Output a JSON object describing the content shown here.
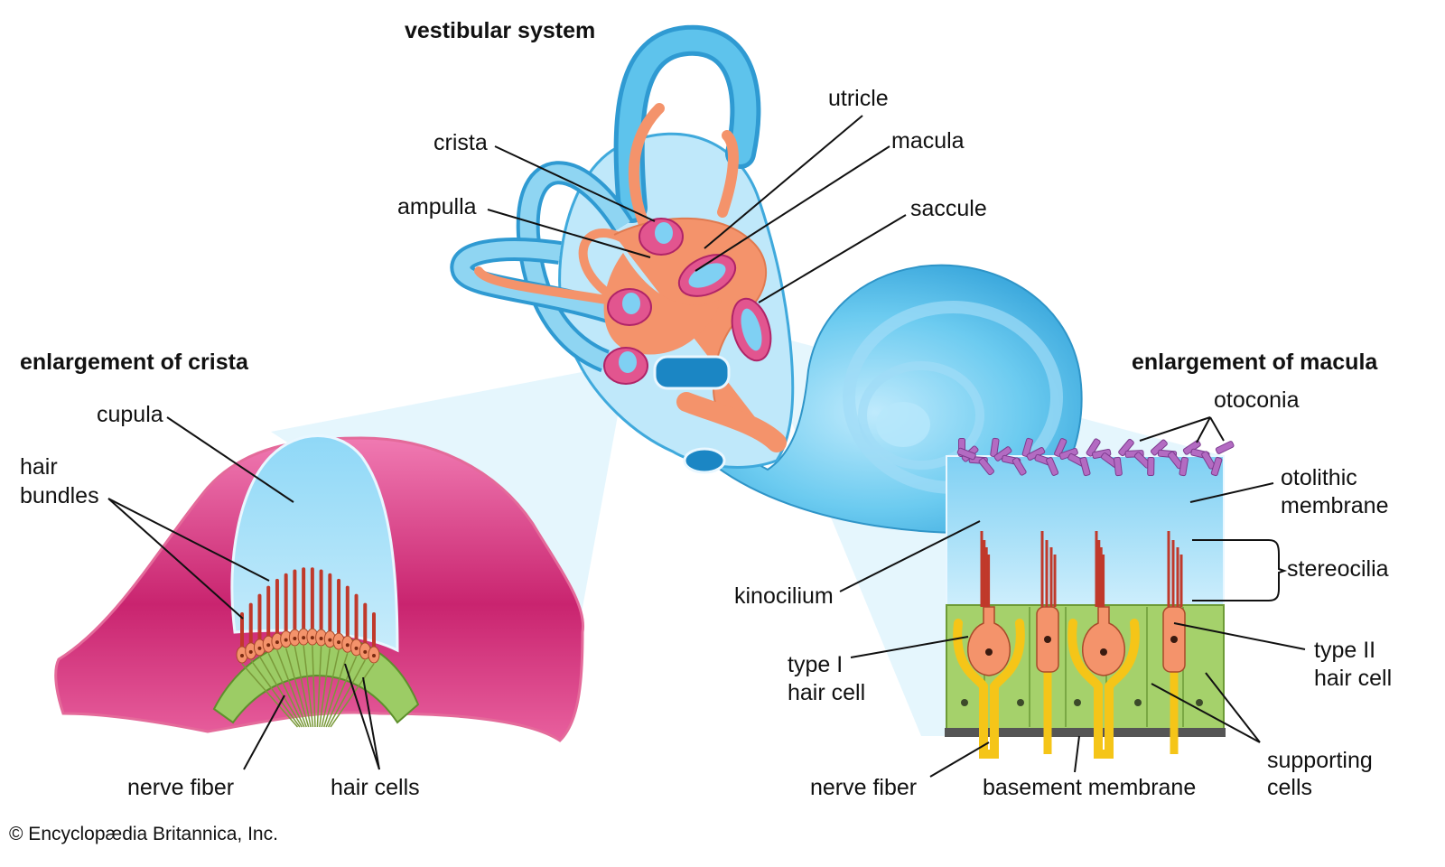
{
  "headings": {
    "vestibular": "vestibular system",
    "crista_enlargement": "enlargement of crista",
    "macula_enlargement": "enlargement of macula"
  },
  "labels": {
    "utricle": "utricle",
    "crista": "crista",
    "macula": "macula",
    "ampulla": "ampulla",
    "saccule": "saccule",
    "cupula": "cupula",
    "hair_bundles_1": "hair",
    "hair_bundles_2": "bundles",
    "nerve_fiber_left": "nerve fiber",
    "hair_cells": "hair cells",
    "otoconia": "otoconia",
    "otolithic_1": "otolithic",
    "otolithic_2": "membrane",
    "stereocilia": "stereocilia",
    "kinocilium": "kinocilium",
    "type1_1": "type I",
    "type1_2": "hair cell",
    "type2_1": "type II",
    "type2_2": "hair cell",
    "supporting_1": "supporting",
    "supporting_2": "cells",
    "nerve_fiber_right": "nerve fiber",
    "basement_membrane": "basement membrane"
  },
  "credit": "© Encyclopædia Britannica, Inc.",
  "colors": {
    "labyrinth_blue": "#5ec3ec",
    "membranous_orange": "#f4936b",
    "crista_magenta": "#d23a86",
    "cupula_blue": "#8ed6f5",
    "hair_red": "#c0392b",
    "support_green": "#9ccc65",
    "nerve_yellow": "#f5c518",
    "otoconia_purple": "#b36bc2"
  }
}
